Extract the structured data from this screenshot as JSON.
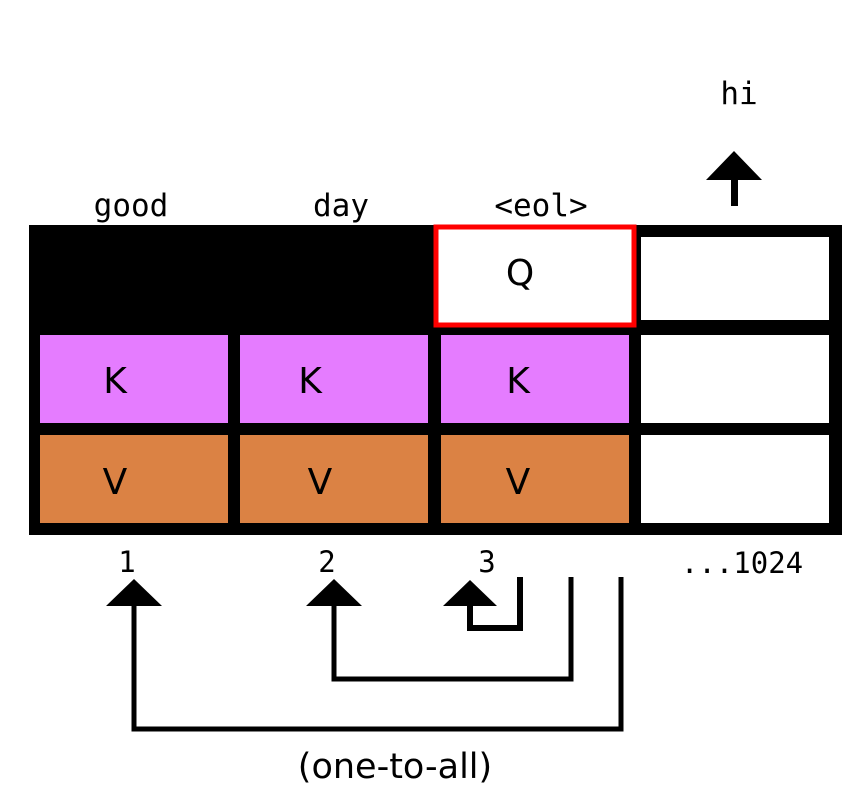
{
  "diagram": {
    "tokens": [
      "good",
      "day",
      "<eol>"
    ],
    "output_token": "hi",
    "positions": [
      "1",
      "2",
      "3",
      "...1024"
    ],
    "rows": {
      "query": "Q",
      "key": [
        "K",
        "K",
        "K"
      ],
      "value": [
        "V",
        "V",
        "V"
      ]
    },
    "caption": "(one-to-all)",
    "colors": {
      "key_fill": "#e57cff",
      "value_fill": "#db8244",
      "query_highlight": "#ff0000",
      "grid": "#000000"
    }
  }
}
